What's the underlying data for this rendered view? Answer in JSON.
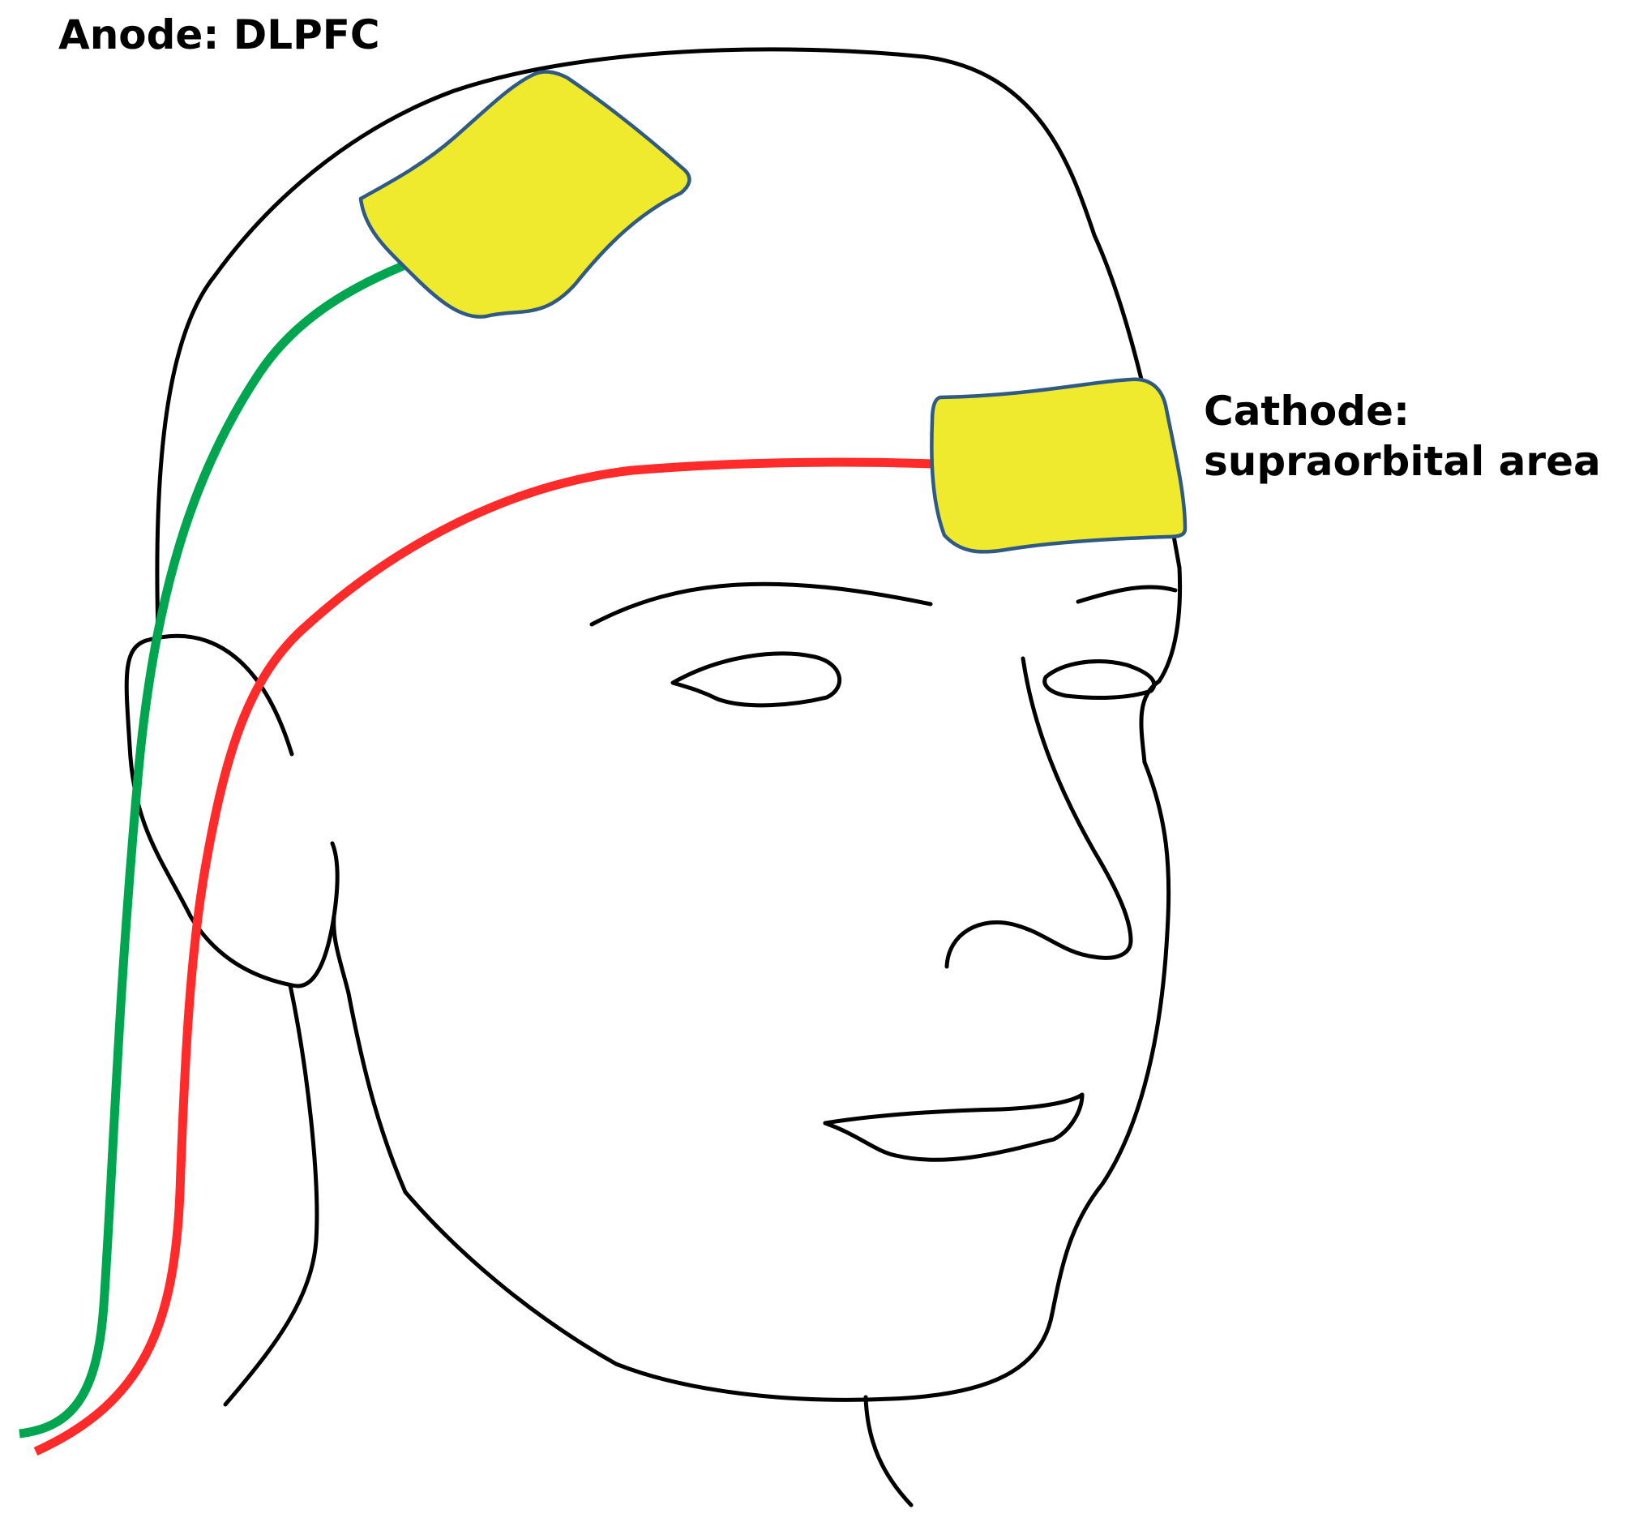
{
  "labels": {
    "anode": "Anode: DLPFC",
    "cathode_line1": "Cathode:",
    "cathode_line2": "supraorbital area"
  },
  "colors": {
    "outline": "#000000",
    "anode_wire": "#00a550",
    "cathode_wire": "#ff2a2a",
    "electrode_fill": "#f0ea2e",
    "electrode_border": "#2e5a85",
    "background": "#ffffff"
  }
}
